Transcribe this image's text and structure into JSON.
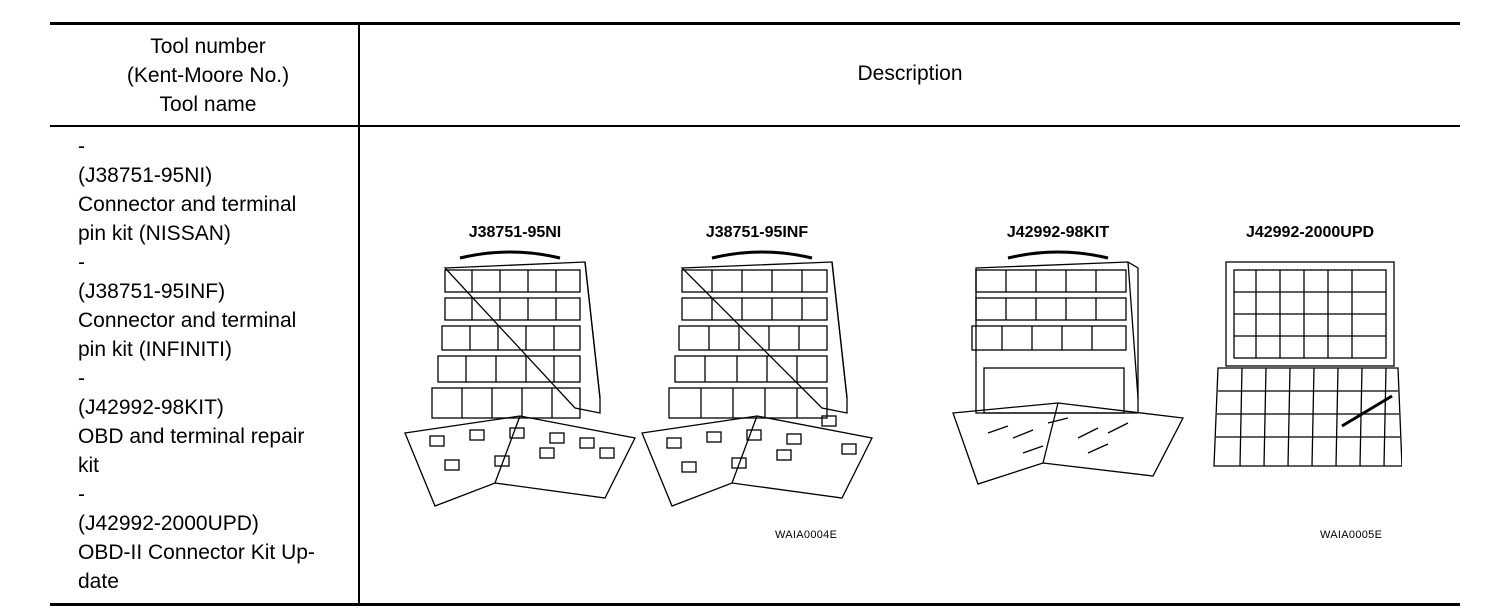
{
  "table": {
    "header_left": [
      "Tool number",
      "(Kent-Moore No.)",
      "Tool name"
    ],
    "header_right": "Description",
    "tool_lines": [
      "-",
      "(J38751-95NI)",
      "Connector and terminal",
      "pin kit (NISSAN)",
      "-",
      "(J38751-95INF)",
      "Connector and terminal",
      "pin kit (INFINITI)",
      "-",
      "(J42992-98KIT)",
      "OBD and terminal repair",
      "kit",
      "-",
      "(J42992-2000UPD)",
      "OBD-II Connector Kit Up-",
      "date"
    ]
  },
  "illustrations": {
    "labels": [
      "J38751-95NI",
      "J38751-95INF",
      "J42992-98KIT",
      "J42992-2000UPD"
    ],
    "codes": [
      "WAIA0004E",
      "WAIA0005E"
    ]
  }
}
